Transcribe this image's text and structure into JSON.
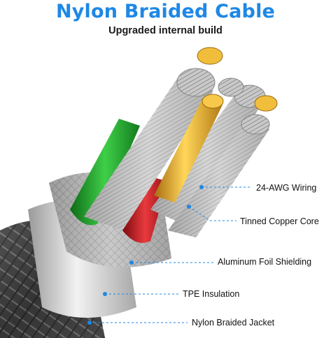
{
  "header": {
    "title": "Nylon Braided Cable",
    "subtitle": "Upgraded internal build"
  },
  "callouts": [
    {
      "label": "24-AWG Wiring"
    },
    {
      "label": "Tinned Copper Core"
    },
    {
      "label": "Aluminum Foil Shielding"
    },
    {
      "label": "TPE Insulation"
    },
    {
      "label": "Nylon Braided Jacket"
    }
  ],
  "colors": {
    "title": "#1e88e5",
    "leader": "#1e88e5",
    "green_wire": "#1fa12b",
    "red_wire": "#c8171c",
    "gold_contact": "#e0a526",
    "silver_strands": "#b9b9b9",
    "braid_dark": "#3a3a3a",
    "tpe_insulation": "#dcdcdc"
  }
}
